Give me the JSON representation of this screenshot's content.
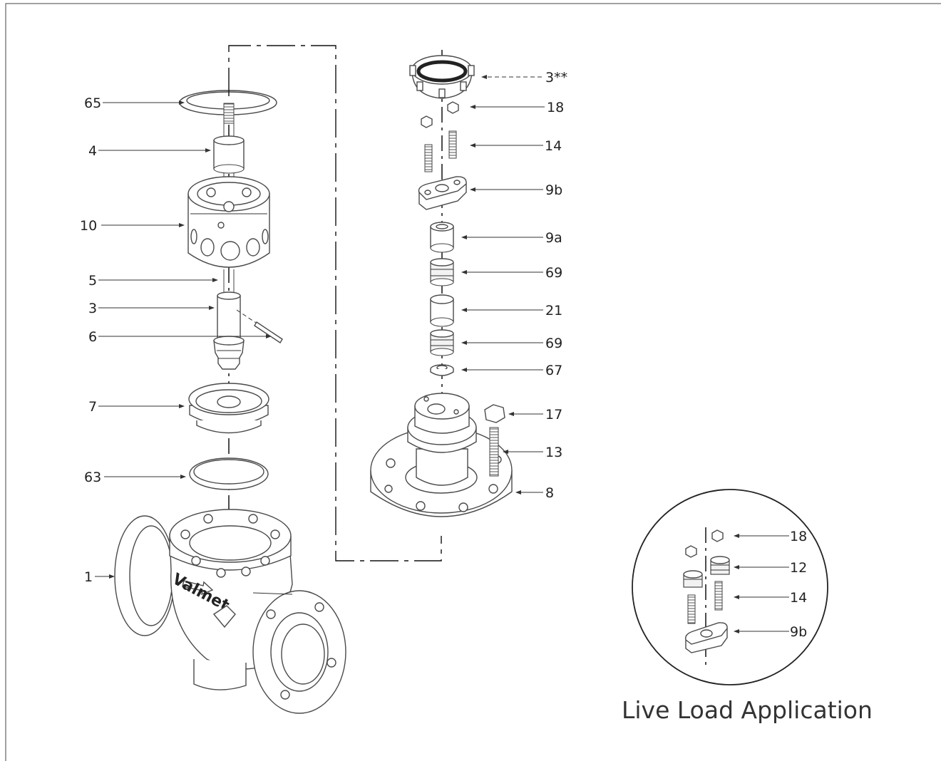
{
  "labels": {
    "p65": "65",
    "p4": "4",
    "p10": "10",
    "p5": "5",
    "p3": "3",
    "p6": "6",
    "p7": "7",
    "p63": "63",
    "p1": "1",
    "p3ss": "3**",
    "p18": "18",
    "p14": "14",
    "p9b": "9b",
    "p9a": "9a",
    "p69a": "69",
    "p21": "21",
    "p69b": "69",
    "p67": "67",
    "p17": "17",
    "p13": "13",
    "p8": "8"
  },
  "inset": {
    "p18": "18",
    "p12": "12",
    "p14": "14",
    "p9b": "9b",
    "caption": "Live Load Application"
  },
  "brand": "Valmet"
}
